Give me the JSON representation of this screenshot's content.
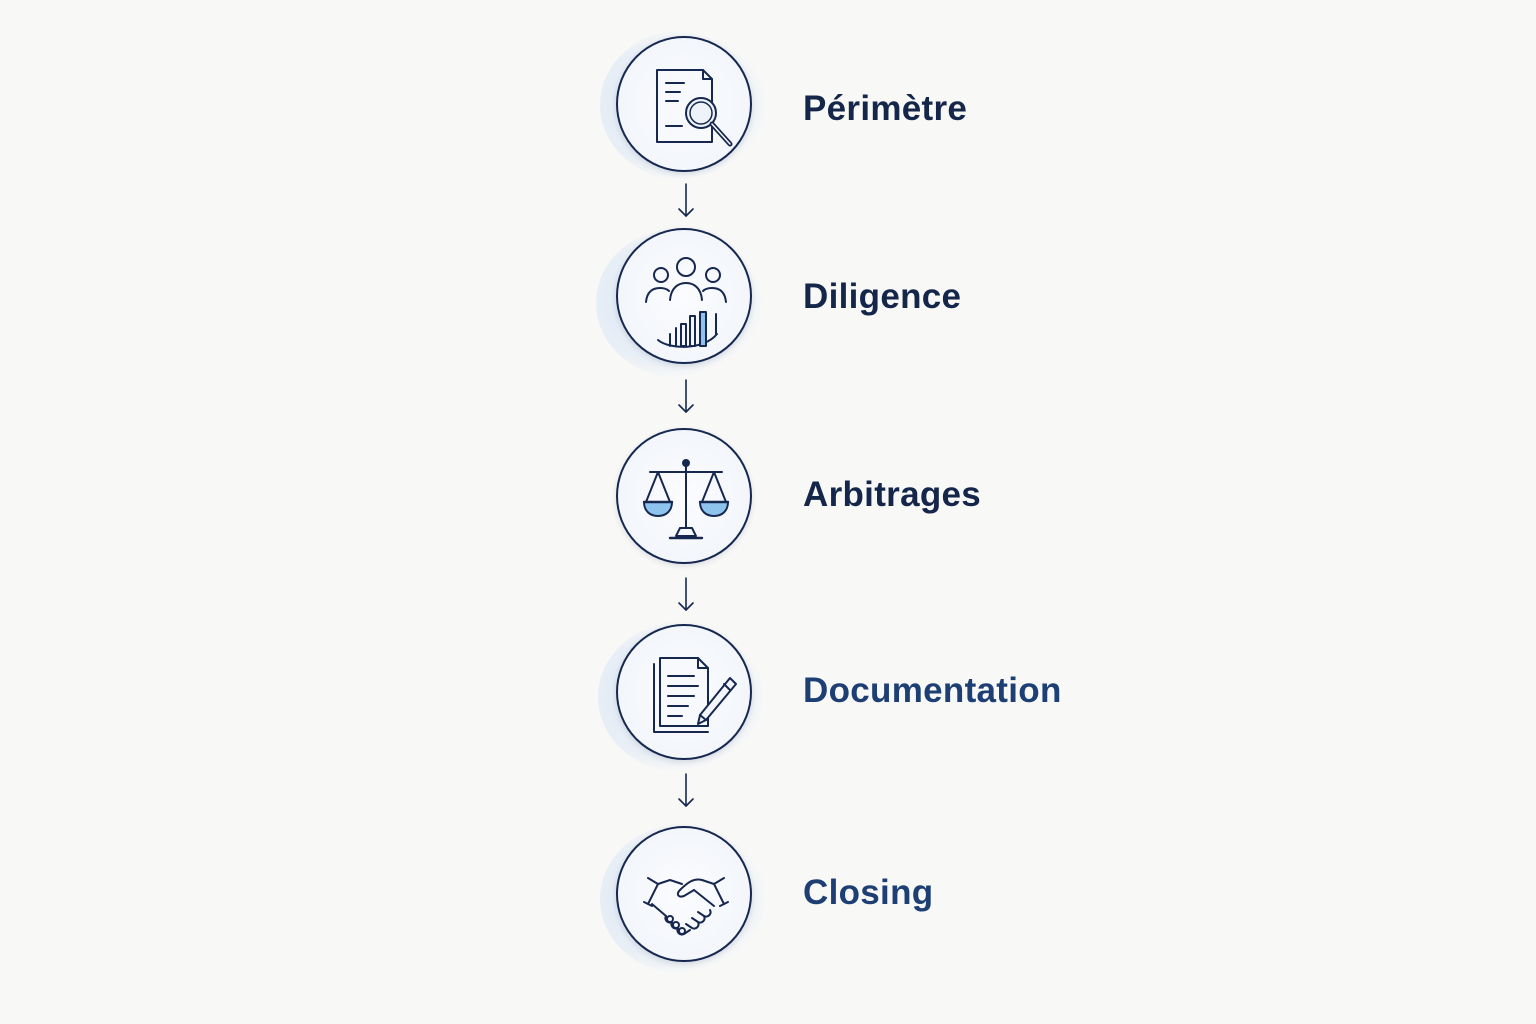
{
  "steps": [
    {
      "label": "Périmètre",
      "icon": "document-search-icon"
    },
    {
      "label": "Diligence",
      "icon": "team-chart-icon"
    },
    {
      "label": "Arbitrages",
      "icon": "balance-scale-icon"
    },
    {
      "label": "Documentation",
      "icon": "document-pen-icon"
    },
    {
      "label": "Closing",
      "icon": "handshake-icon"
    }
  ],
  "colors": {
    "stroke": "#16284f",
    "accent": "#8ec3ee",
    "halo": "#cfe0f5",
    "background": "#f8f8f7"
  }
}
